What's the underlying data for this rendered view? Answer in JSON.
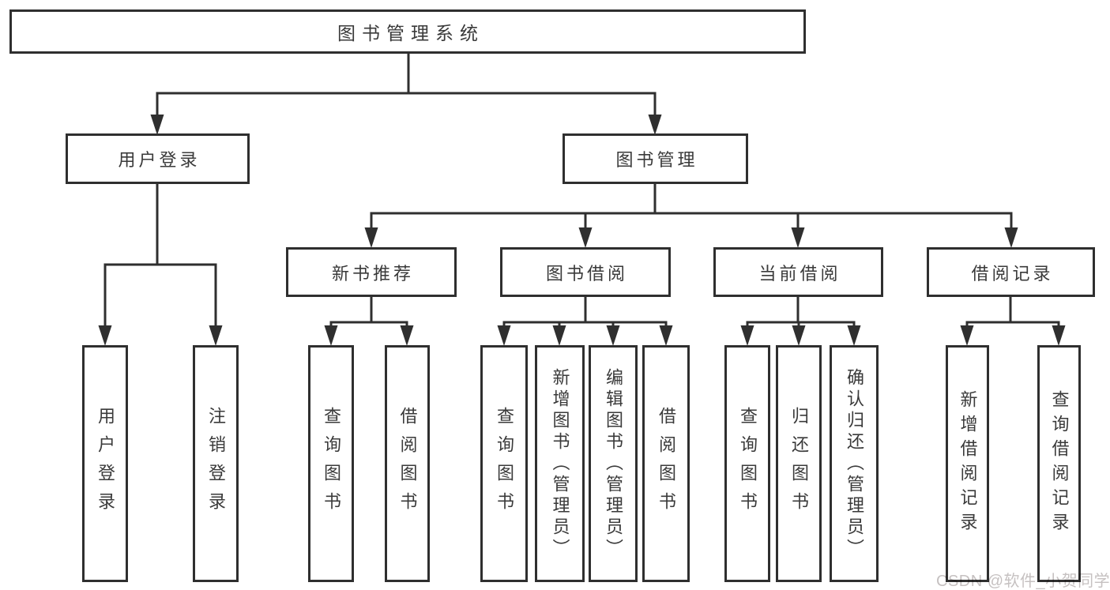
{
  "tree": {
    "label": "图书管理系统",
    "children": [
      {
        "label": "用户登录",
        "children": [
          {
            "label": "用户登录"
          },
          {
            "label": "注销登录"
          }
        ]
      },
      {
        "label": "图书管理",
        "children": [
          {
            "label": "新书推荐",
            "children": [
              {
                "label": "查询图书"
              },
              {
                "label": "借阅图书"
              }
            ]
          },
          {
            "label": "图书借阅",
            "children": [
              {
                "label": "查询图书"
              },
              {
                "label": "新增图书（管理员）"
              },
              {
                "label": "编辑图书（管理员）"
              },
              {
                "label": "借阅图书"
              }
            ]
          },
          {
            "label": "当前借阅",
            "children": [
              {
                "label": "查询图书"
              },
              {
                "label": "归还图书"
              },
              {
                "label": "确认归还（管理员）"
              }
            ]
          },
          {
            "label": "借阅记录",
            "children": [
              {
                "label": "新增借阅记录"
              },
              {
                "label": "查询借阅记录"
              }
            ]
          }
        ]
      }
    ]
  },
  "watermark": "CSDN @软件_小贺同学",
  "colors": {
    "line": "#2f2f2f",
    "text": "#3a3a3a",
    "background": "#ffffff",
    "watermark": "#c6c1c1"
  }
}
